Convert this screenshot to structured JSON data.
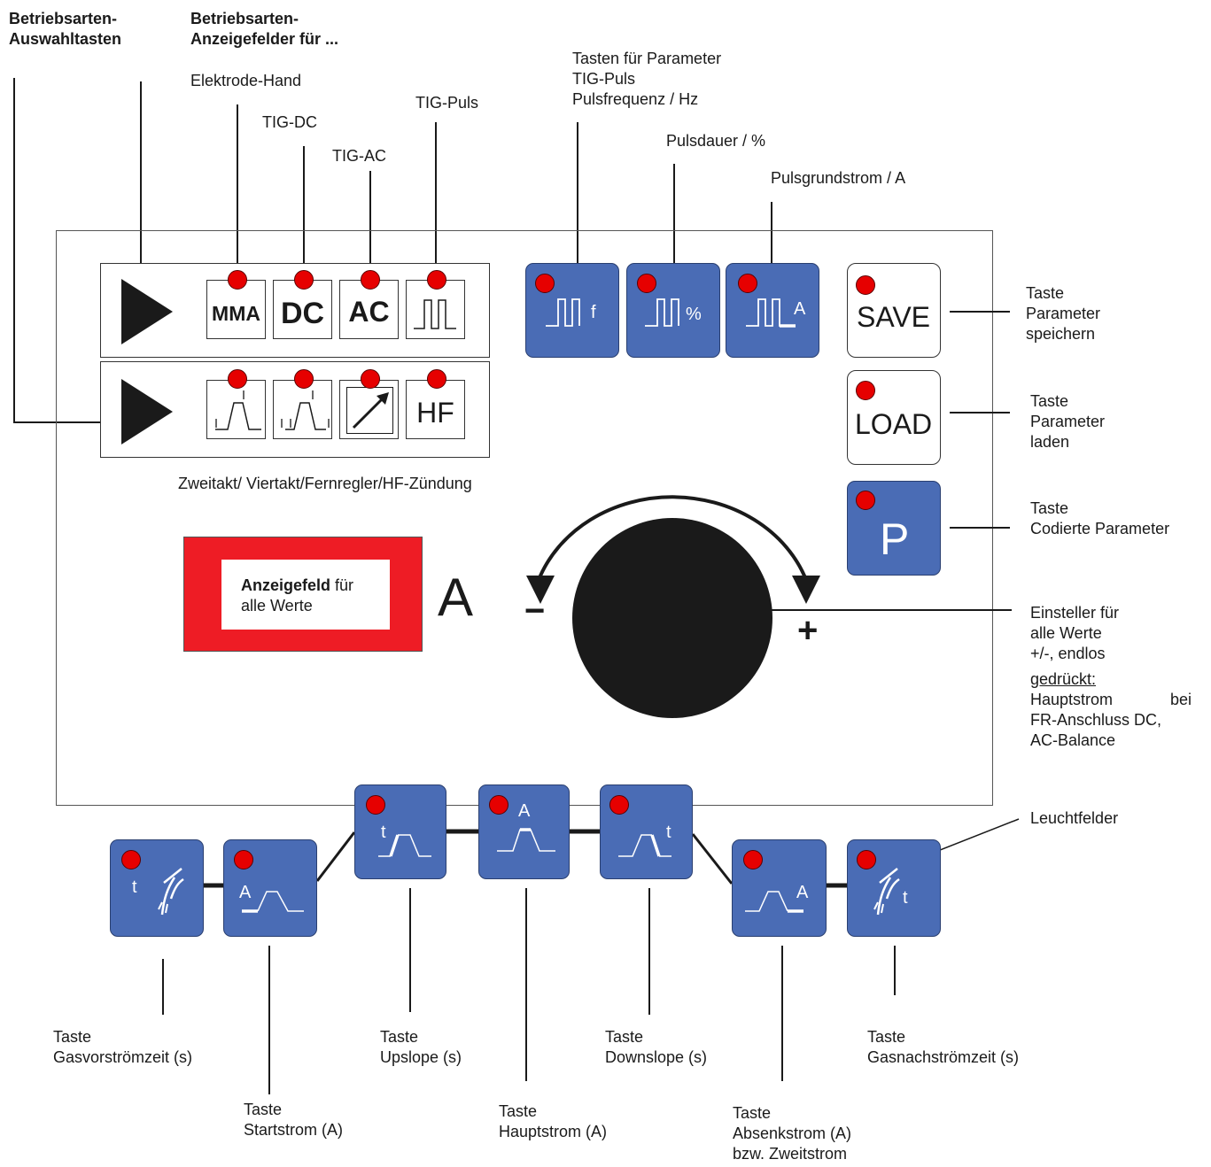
{
  "header": {
    "col1": "Betriebsarten-\nAuswahltasten",
    "col2": "Betriebsarten-\nAnzeigefelder für ..."
  },
  "modes": {
    "elektrode": "Elektrode-Hand",
    "tig_dc": "TIG-DC",
    "tig_ac": "TIG-AC",
    "tig_puls": "TIG-Puls",
    "mma": "MMA",
    "dc": "DC",
    "ac": "AC",
    "hf": "HF",
    "ignition_caption": "Zweitakt/ Viertakt/Fernregler/HF-Zündung"
  },
  "pulse": {
    "title": "Tasten für Parameter\nTIG-Puls\nPulsfrequenz / Hz",
    "dauer": "Pulsdauer / %",
    "grund": "Pulsgrundstrom / A",
    "f_sym": "f",
    "pct_sym": "%",
    "a_sym": "A"
  },
  "right": {
    "save": "SAVE",
    "load": "LOAD",
    "p": "P",
    "save_desc": "Taste\nParameter\nspeichern",
    "load_desc": "Taste\nParameter\nladen",
    "p_desc": "Taste\nCodierte Parameter",
    "knob_desc_1": "Einsteller für\nalle Werte\n+/-, endlos",
    "knob_desc_underline": "gedrückt:",
    "knob_desc_2a": "Hauptstrom",
    "knob_desc_2b": "bei",
    "knob_desc_3": "FR-Anschluss DC,\nAC-Balance",
    "leuchtfelder": "Leuchtfelder"
  },
  "display": {
    "bold": "Anzeigefeld",
    "rest_1": " für",
    "rest_2": "alle Werte",
    "unit": "A",
    "minus": "−",
    "plus": "+"
  },
  "bottom": {
    "t": "t",
    "a": "A",
    "gasvor": "Taste\nGasvorströmzeit (s)",
    "startstrom": "Taste\nStartstrom (A)",
    "upslope": "Taste\nUpslope (s)",
    "hauptstrom": "Taste\nHauptstrom (A)",
    "downslope": "Taste\nDownslope (s)",
    "absenk": "Taste\nAbsenkstrom (A)\nbzw. Zweitstrom",
    "gasnach": "Taste\nGasnachströmzeit (s)"
  },
  "colors": {
    "led": "#e60000",
    "button": "#4a6cb5",
    "display": "#ee1c25",
    "ink": "#1a1a1a"
  }
}
